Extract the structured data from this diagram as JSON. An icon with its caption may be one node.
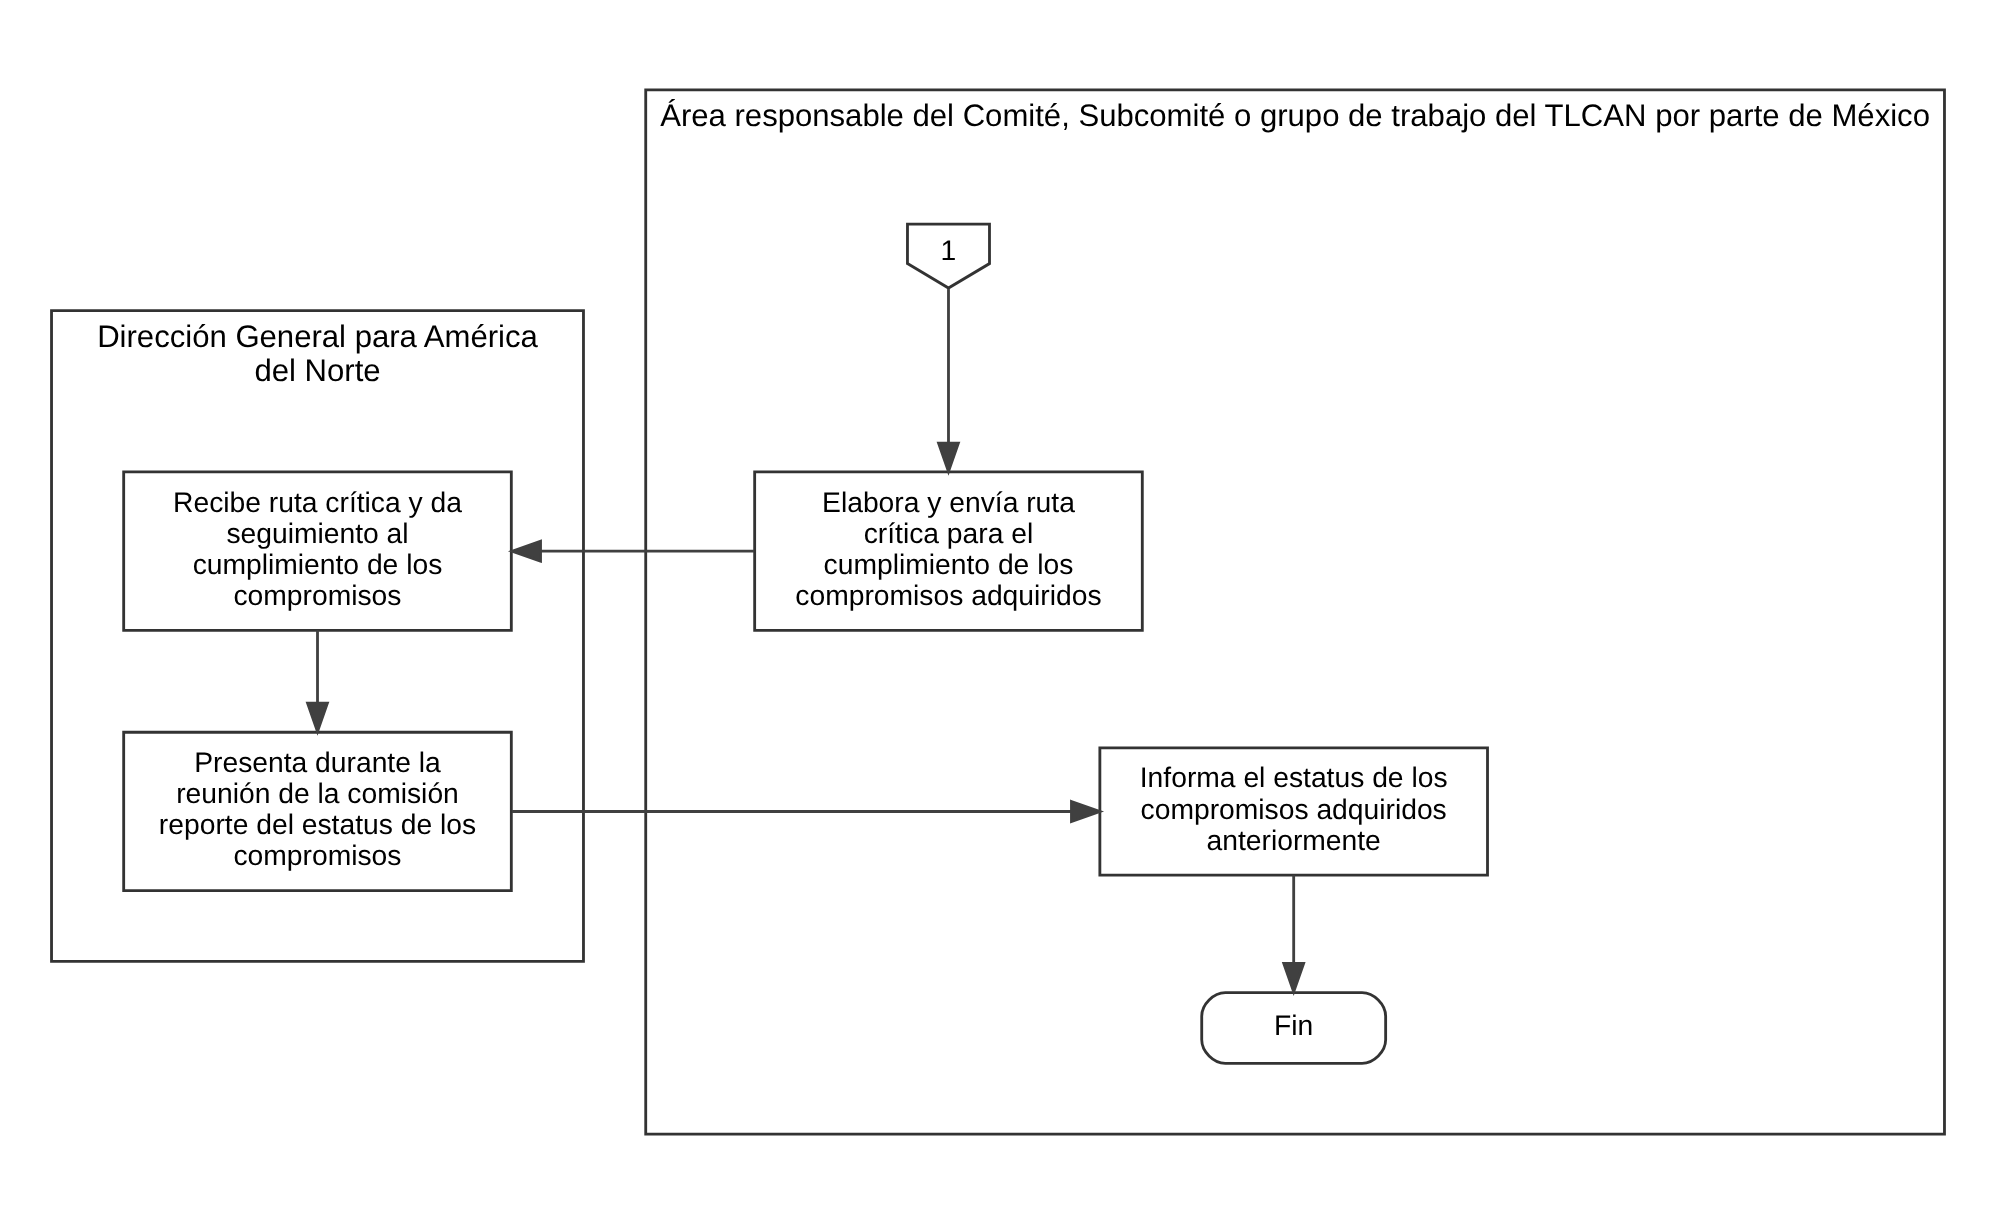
{
  "diagram": {
    "nodes": [
      {
        "text": [
          "Dirección General para América del Norte"
        ]
      },
      {
        "text": [
          "Área responsable del Comité, Subcomité o grupo de trabajo del TLCAN por parte de México"
        ]
      },
      {
        "text": [
          "1"
        ],
        "in": 1
      },
      {
        "text": [
          "Elabora y envía ruta crítica para el cumplimiento de los compromisos adquiridos"
        ],
        "in": 1
      },
      {
        "text": [
          "Recibe ruta crítica y da seguimiento al cumplimiento de los compromisos"
        ],
        "in": 0
      },
      {
        "text": [
          "Presenta durante la reunión de la comisión reporte del estatus de los compromisos"
        ],
        "in": 0
      },
      {
        "text": [
          "Informa el estatus de los compromisos adquiridos anteriormente"
        ],
        "in": 1
      },
      {
        "text": [
          "Fin"
        ],
        "in": 1
      }
    ],
    "edges": [
      {
        "from": 2,
        "to": 3,
        "arrow": "to"
      },
      {
        "from": 3,
        "to": 4,
        "arrow": "to"
      },
      {
        "from": 4,
        "to": 5,
        "arrow": "to"
      },
      {
        "from": 5,
        "to": 6,
        "arrow": "to"
      },
      {
        "from": 6,
        "to": 7,
        "arrow": "to"
      }
    ]
  }
}
